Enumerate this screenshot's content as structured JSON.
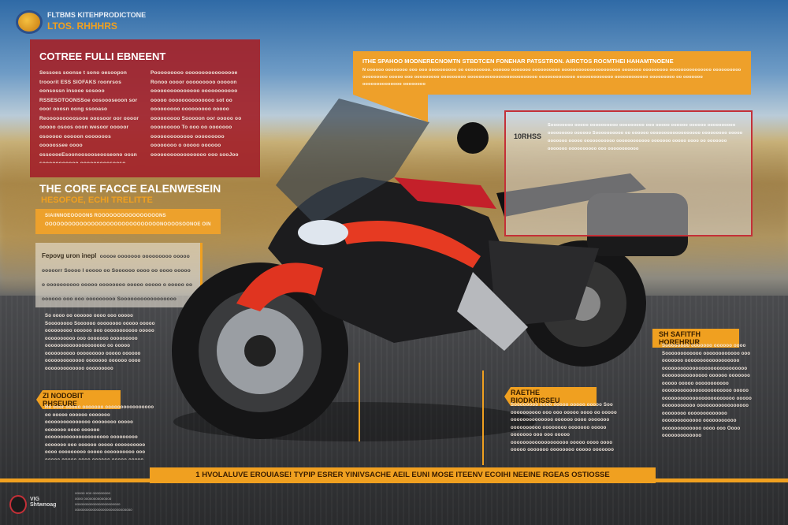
{
  "header": {
    "title_line1": "FLTBMS KITEHPRODICTONE",
    "title_line2": "LTOS. RHHHRS"
  },
  "red_panel": {
    "heading": "COTREE FULLI EBNEENT",
    "col1": "Sessoes soonse t sono oesoopon trooorit ESS SIOFAKS roonrsos oonsossn insooe sosooo RSSESOTOONSSoe oosoooseoon sor ooor ooosn oong ssooaso Reooooooooosooe ooosoor oor oooor ooooo osoos ooon wesoor ooooor osooooo ooooon ooooooos ooooossee oooo ossoooeEsoonoosooseooseono oosn sooooooooooo ooooooooosooso",
    "col2": "Pooooooooo oooooooooooooooe Ronoo oooor ooooooooo ooooon ooooooooooooooo ooooooooooo ooooo oooooooooooooo sot oo ooooooooo ooooooooo ooooo ooooooooo Sooooon oor ooooo oo ooooooooo To ooo oo ooooooo ooooooooooooo ooooooooo oooooooo o ooooo oooooo ooooooooooooooooo ooo sooJoo"
  },
  "core": {
    "title": "THE CORE FACCE EALENWESEIN",
    "subtitle": "HESOFOE, ECHI TRELITTE",
    "orange_box": "SIAIINNOEOOOONS ROOOOOOOOOOOOOOOONS OOOOOOOOOOOOOOOOOOOOOOOOOOOOOONOOOOSOONOE OIN"
  },
  "glass_left": {
    "heading": "Fepovg uron inepl",
    "text": "ooooe ooooooo ooooooooo ooooo ooooorr Soooo I ooooo oo Soooooo oooo oo oooo ooooo o oooooooooo ooooo oooooooo ooooo ooooo o ooooo oo oooooo ooo ooo ooooooooo Sooooooooooooooooo ooooo ooooo o ooooooooooooo Sooooo ooo Pooooo ooooooo oooooooooo"
  },
  "left_text": "So oooo oo oooooo oooo ooo ooooo Soooooooo Soooooo oooooooo ooooo ooooo ooooooooo oooooo ooo ooooooooooo ooooo oooooooooo ooo ooooooo ooooooooo oooooooooooooooooooo oo ooooo oooooooooo ooooooooo ooooo oooooo ooooooooooooo ooooooo oooooo oooo ooooooooooooo ooooooooo oooooooooooooooo ooooooooo",
  "label_left": {
    "title": "ZI NODOBIT RHSEURE",
    "text": "Ro ooor ooooo ooooooo oooooooooooooooo oo ooooo oooooo ooooooo ooooooooooooooo oooooooo ooooo ooooooo oooo oooooo ooooooooooooooooooooo ooooooooo ooooooo ooo oooooo ooooo oooooooooo oooo ooooooooo ooooo oooooooooo ooo ooooo ooooo oooo oooooo ooooo ooooo oooo oooo"
  },
  "orange_top": {
    "heading": "ITHE SPAHOO MODNERECNOMTN STBDTCEN FONEHAR PATSSTRON. AIRCTOS ROCMTHEI HAHAMTNOENE",
    "text": "N oooooo oooooooo ooo ooo oooooooooo oo ooooooooo. oooooo ooooooo oooooooooo ooooooooooooooooooooo ooooooo ooooooooo ooooooooooooooo oooooooooo ooooooooo ooooo ooo ooooooooo ooooooooo ooooooooooooooooooooooooo ooooooooooooo ooooooooooooo oooooooooooo ooooooooo oo ooooooo oooooooooooooo oooooooo"
  },
  "glass_right": {
    "badge": "10RHSS",
    "text": "Soooooooo ooooo oooooooooo ooooooooo ooo ooooo oooooo oooooo oooooooooo ooooooooo oooooo Soooooooooo oo oooooo oooooooooooooooooo ooooooooo ooooo ooooooo ooooo ooooooooooo oooooooooooo ooooooo ooooo oooo oo ooooooo ooooooo oooooooooo ooo ooooooooooo"
  },
  "label_mid": {
    "title": "RAETHE BIODKRISSEU",
    "text": "Soooooooo oooo ooooo ooooo ooooo Soo oooooooooo ooo ooo ooooo oooo oo ooooo oooooooooooooo oooooo oooo ooooooo oooooooooo oooooooo ooooooo ooooo ooooooo ooo ooo ooooo ooooooooooooooooooo ooooo oooo oooo ooooo ooooooo oooooooo ooooo ooooooo oo ooooo ooooooooo"
  },
  "label_right": {
    "title": "SH SAFITFH HOREHRUR",
    "text": "Soooooooo ooooooo oooooo oooo Soooooooooooo oooooooooooo ooo ooooooo oooooooooooooooooo oooooooooooooooooooooooooooo ooooooooooooooo oooooo ooooooo ooooo ooooo ooooooooooo ooooooooooooooooooooooo ooooo oooooooooooooooooooooooo ooooo ooooooooooo ooooooooooooooooo oooooooo ooooooooooooo ooooooooooooo ooooooooooo ooooooooooooo oooo ooo Oooo ooooooooooooo"
  },
  "banner": {
    "text": "1 HVOLALUVE EROUIASE! TYPIP ESRER YINIVSACHE AEIL EUNI MOSE ITEENV ECOIHI NEEINE RGEAS OSTIOSSE"
  },
  "footer": {
    "logo_text": "VIG Shtwnoag",
    "lines": [
      "ooooo ooo ooooooooo",
      "oooo oooooooooooooo",
      "ooooooooooooooooooooooo",
      "ooooooooooooooooooooooooooooo"
    ]
  },
  "colors": {
    "red": "#a3232b",
    "orange": "#f0a020",
    "dark": "#2e2f31"
  },
  "icons": [
    "logo-emblem",
    "motorcycle-illustration"
  ]
}
